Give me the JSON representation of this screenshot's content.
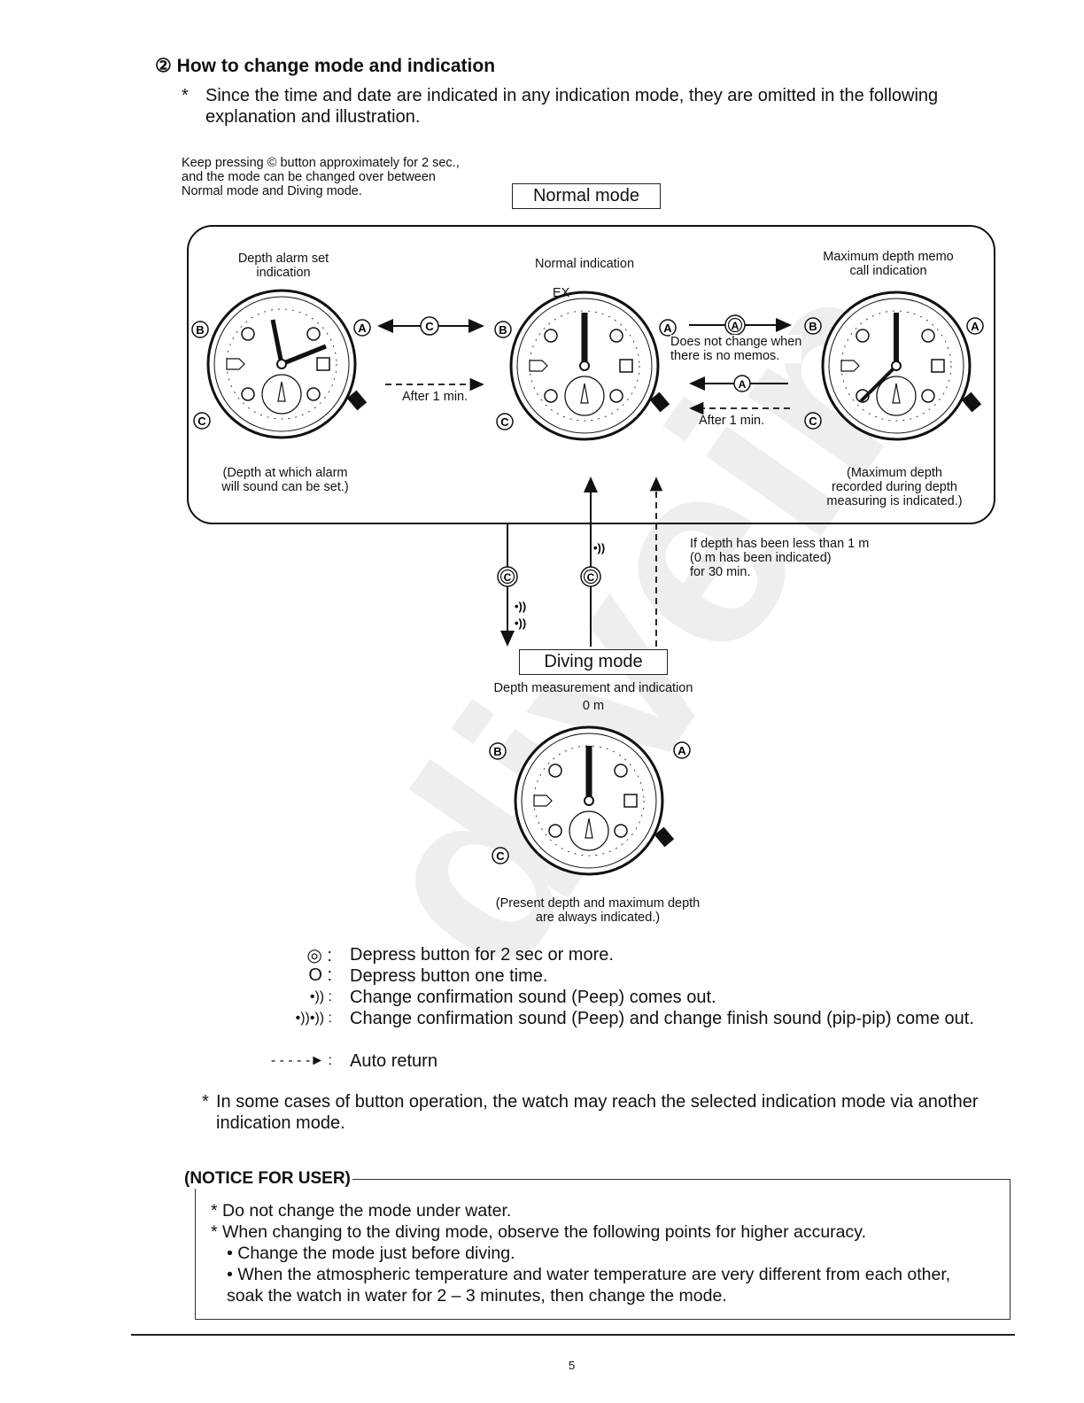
{
  "section": {
    "number": "②",
    "title": "How to change mode and indication",
    "intro_star": "*",
    "intro": "Since the time and date are indicated in any indication mode, they are omitted in the following explanation and illustration."
  },
  "diagram": {
    "instruction_lines": [
      "Keep pressing © button approximately for 2 sec.,",
      "and the mode can be changed over between",
      "Normal mode and Diving mode."
    ],
    "normal_mode_label": "Normal mode",
    "diving_mode_label": "Diving mode",
    "watches": {
      "depth_alarm": {
        "title_lines": [
          "Depth alarm set",
          "indication"
        ],
        "caption_lines": [
          "(Depth at which alarm",
          "will sound can be set.)"
        ]
      },
      "normal": {
        "title": "Normal indication",
        "ex_label": "EX"
      },
      "max_depth": {
        "title_lines": [
          "Maximum depth memo",
          "call indication"
        ],
        "caption_lines": [
          "(Maximum depth",
          "recorded during depth",
          "measuring is indicated.)"
        ]
      },
      "diving": {
        "title": "Depth measurement and indication",
        "depth_value": "0 m",
        "caption_lines": [
          "(Present depth and maximum depth",
          "are always indicated.)"
        ]
      }
    },
    "buttons": {
      "a": "A",
      "b": "B",
      "c": "C"
    },
    "after_1_min": "After 1 min.",
    "no_memo_lines": [
      "Does not change when",
      "there is no memos."
    ],
    "auto_return_lines": [
      "If depth has been less than 1 m",
      "(0 m has been indicated)",
      "for 30 min."
    ],
    "sound_single": "•))",
    "watermark": "divein"
  },
  "legend": [
    {
      "symbol": "◎ :",
      "text": "Depress button for 2 sec or more."
    },
    {
      "symbol": "O :",
      "text": "Depress button one time."
    },
    {
      "symbol": "•)) :",
      "text": "Change confirmation sound (Peep) comes out."
    },
    {
      "symbol": "•))•)) :",
      "text": "Change confirmation sound (Peep) and change finish sound (pip-pip) come out."
    },
    {
      "symbol": "- - - - -► :",
      "text": "Auto return"
    }
  ],
  "footnote": {
    "star": "*",
    "text": "In some cases of button operation, the watch may reach the selected indication mode via another indication mode."
  },
  "notice": {
    "title": "(NOTICE FOR USER)",
    "items": [
      "* Do not change the mode under water.",
      "* When changing to the diving mode, observe the following points for higher accuracy."
    ],
    "bullets": [
      "• Change the mode just before diving.",
      "• When the atmospheric temperature and water temperature are very different from each other, soak the watch in water for 2 – 3 minutes, then change the mode."
    ]
  },
  "page_number": "5"
}
